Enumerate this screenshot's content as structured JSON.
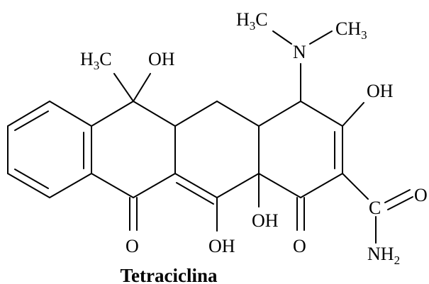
{
  "diagram": {
    "caption": "Tetraciclina",
    "labels": {
      "methyl_top_left": {
        "main": "H",
        "sub": "3",
        "tail": "C"
      },
      "hydroxyl_c6": "OH",
      "methyl_n_left": {
        "main": "H",
        "sub": "3",
        "tail": "C"
      },
      "methyl_n_right": {
        "main": "CH",
        "sub": "3"
      },
      "nitrogen": "N",
      "hydroxyl_c3": "OH",
      "oxygen_c11": "O",
      "hydroxyl_c12": "OH",
      "hydroxyl_c12a": "OH",
      "oxygen_c1": "O",
      "amide_oxygen": "O",
      "amide_carbon": "C",
      "amide_nitrogen": {
        "main": "NH",
        "sub": "2"
      }
    }
  }
}
